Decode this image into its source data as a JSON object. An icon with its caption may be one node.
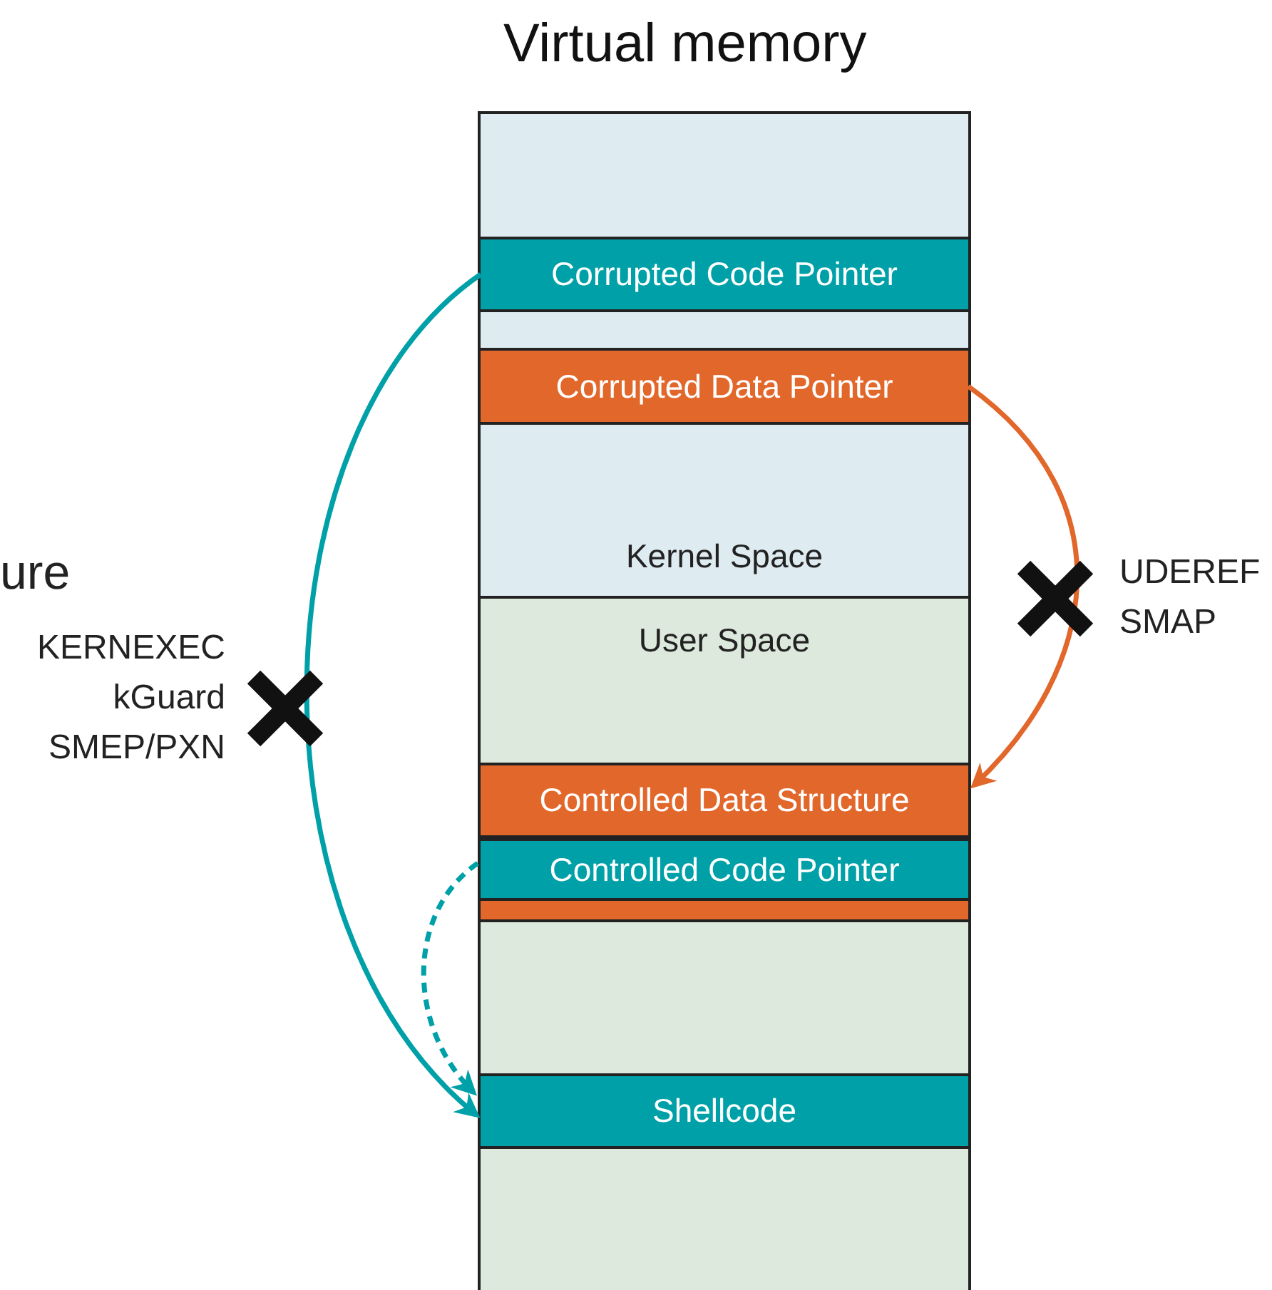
{
  "diagram": {
    "title": "Virtual memory",
    "nodes": [
      {
        "text": [
          "Kernel Space"
        ]
      },
      {
        "text": [
          "User Space"
        ]
      },
      {
        "text": [
          "Corrupted Code Pointer"
        ],
        "in": 0
      },
      {
        "text": [
          "Corrupted Data Pointer"
        ],
        "in": 0
      },
      {
        "text": [
          "Controlled Data Structure"
        ],
        "in": 1
      },
      {
        "text": [
          "Controlled Code Pointer"
        ],
        "in": 1
      },
      {
        "text": [],
        "shape": "bar",
        "in": 1
      },
      {
        "text": [
          "Shellcode"
        ],
        "in": 1
      }
    ],
    "edges": [
      {
        "from": 2,
        "to": 7,
        "arrow": "to"
      },
      {
        "from": 3,
        "to": 4,
        "arrow": "to",
        "color": "#e2672b"
      },
      {
        "from": 5,
        "to": 7,
        "arrow": "to",
        "style": "dashed"
      }
    ],
    "labels": [
      "ure",
      "KERNEXEC",
      "kGuard",
      "SMEP/PXN",
      "UDEREF",
      "SMAP"
    ]
  }
}
